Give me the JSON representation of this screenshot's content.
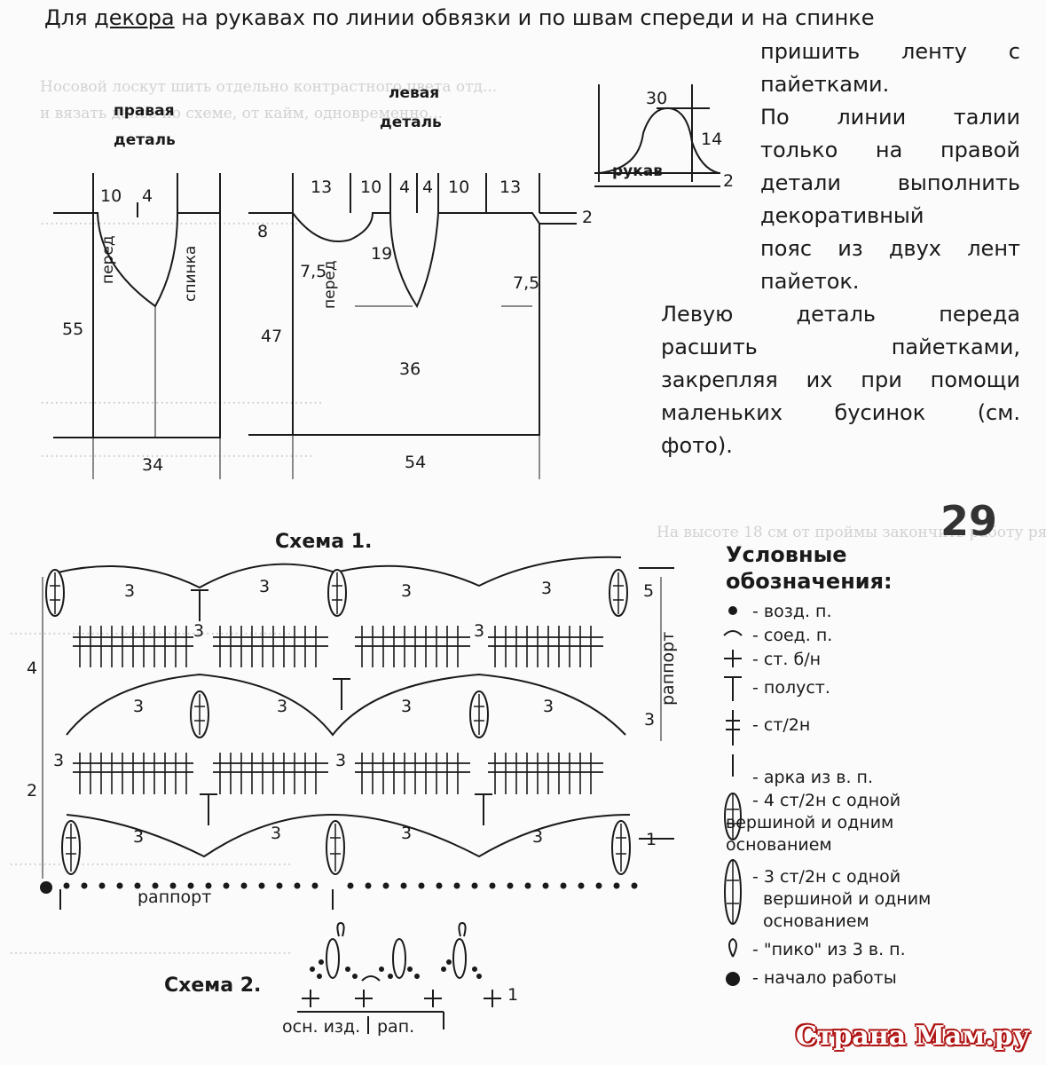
{
  "header": {
    "prefix": "Для ",
    "underlined": "декора",
    "rest": " на рукавах по линии обвязки и по швам спереди и на спинке"
  },
  "instructions": [
    "пришить ленту с",
    "пайетками.",
    "По линии талии",
    "только на правой",
    "детали выполнить",
    "декоративный",
    "пояс из двух лент",
    "пайеток.",
    "Левую деталь переда",
    "расшить пайетками,",
    "закрепляя их при помощи",
    "маленьких бусинок (см.",
    "фото)."
  ],
  "pattern": {
    "right_title_1": "правая",
    "right_title_2": "деталь",
    "left_title_1": "левая",
    "left_title_2": "деталь",
    "front": "перед",
    "back": "спинка",
    "sleeve": "рукав",
    "right": {
      "n10": "10",
      "n4": "4",
      "h55": "55",
      "w34": "34"
    },
    "left": {
      "n13a": "13",
      "n10a": "10",
      "n4a": "4",
      "n4b": "4",
      "n10b": "10",
      "n13b": "13",
      "n8": "8",
      "n19": "19",
      "n75a": "7,5",
      "n75b": "7,5",
      "n2": "2",
      "h47": "47",
      "w36": "36",
      "w54": "54"
    },
    "sleeve_dims": {
      "n30": "30",
      "n14": "14",
      "n2": "2"
    }
  },
  "scheme1": {
    "title": "Схема 1.",
    "rapport": "раппорт",
    "rapport_v": "раппорт",
    "nums": [
      "3",
      "3",
      "3",
      "3",
      "3",
      "3",
      "3",
      "3",
      "3",
      "3",
      "3",
      "3",
      "3",
      "3",
      "3",
      "3"
    ],
    "rows": [
      "5",
      "4",
      "3",
      "2",
      "1"
    ]
  },
  "scheme2": {
    "title": "Схема 2.",
    "base": "осн. изд.",
    "rap": "рап.",
    "row1": "1"
  },
  "legend": {
    "title_1": "Условные",
    "title_2": "обозначения:",
    "items": [
      "- возд. п.",
      "- соед. п.",
      "- ст. б/н",
      "- полуст.",
      "- ст/2н",
      "- арка из в. п.",
      "- 4 ст/2н с одной",
      "вершиной и одним",
      "основанием",
      "- 3 ст/2н с одной",
      "вершиной и одним",
      "основанием",
      "- \"пико\" из 3 в. п.",
      "- начало работы"
    ]
  },
  "page_number": "29",
  "watermark": "Страна Мам.ру"
}
